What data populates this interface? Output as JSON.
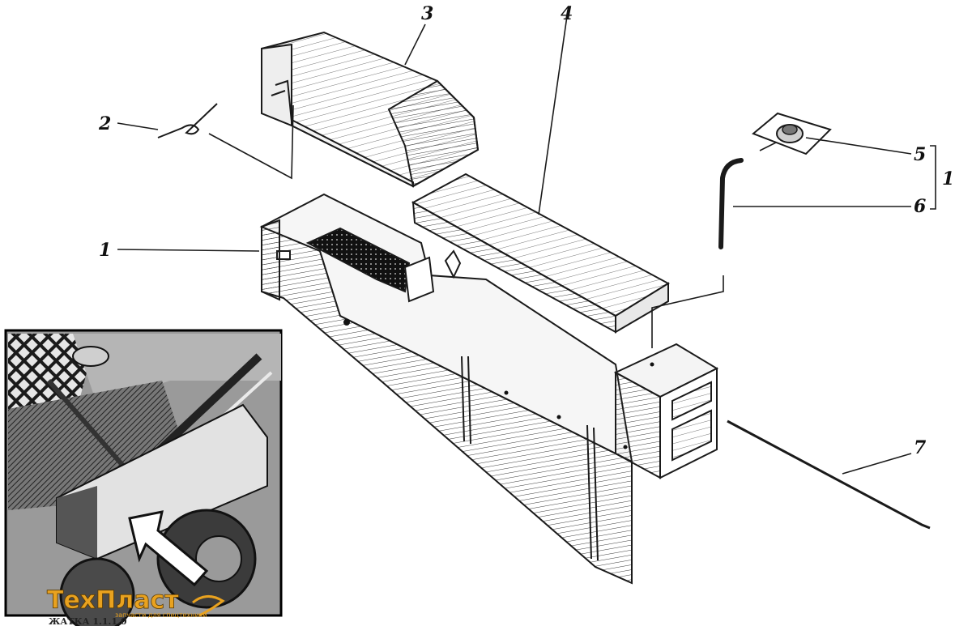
{
  "callouts": {
    "c1_main": "1",
    "c2": "2",
    "c3": "3",
    "c4": "4",
    "c5": "5",
    "c6": "6",
    "c1_group": "1",
    "c7": "7"
  },
  "inset": {
    "watermark_logo": "ТехПласт",
    "watermark_tagline": "запчасти для спецтехники",
    "caption_fragment": "ЖАТКА 1.1.1.0"
  },
  "colors": {
    "ink": "#1a1a1a",
    "paper": "#ffffff",
    "logo_accent": "#e9a21f",
    "inset_dark": "#3a3a3a"
  }
}
